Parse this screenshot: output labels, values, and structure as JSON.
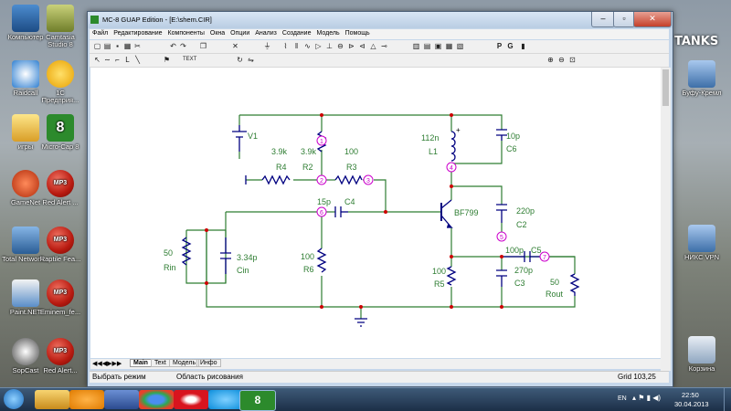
{
  "desktop_icons": [
    {
      "id": "computer",
      "label": "Компьютер",
      "icon": "computer-icon"
    },
    {
      "id": "cantasia",
      "label": "Camtasia Studio 8",
      "icon": "camtasia-icon"
    },
    {
      "id": "rainbow",
      "label": "Raidcall",
      "icon": "raidcall-icon"
    },
    {
      "id": "1c",
      "label": "1С Предприя...",
      "icon": "1c-icon"
    },
    {
      "id": "games",
      "label": "игры",
      "icon": "folder-icon"
    },
    {
      "id": "microcap",
      "label": "Micro-Cap 8",
      "icon": "microcap-icon"
    },
    {
      "id": "gamenet",
      "label": "GameNet",
      "icon": "gamenet-icon"
    },
    {
      "id": "mp3_1",
      "label": "Red Alert ...",
      "icon": "mp3-icon"
    },
    {
      "id": "totalnet",
      "label": "Total Network...",
      "icon": "network-icon"
    },
    {
      "id": "mp3_2",
      "label": "Raptile Fea...",
      "icon": "mp3-icon"
    },
    {
      "id": "paintnet",
      "label": "Paint.NET",
      "icon": "paintnet-icon"
    },
    {
      "id": "mp3_3",
      "label": "Eminem_fe...",
      "icon": "mp3-icon"
    },
    {
      "id": "sopcast",
      "label": "SopCast",
      "icon": "sopcast-icon"
    },
    {
      "id": "mp3_4",
      "label": "Red Alert...",
      "icon": "mp3-icon"
    },
    {
      "id": "wot",
      "label": "TANKS",
      "icon": "tanks-icon"
    },
    {
      "id": "nyu",
      "label": "Буфу-Кремл",
      "icon": "network-icon"
    },
    {
      "id": "nics",
      "label": "НИКС VPN",
      "icon": "vpn-icon"
    },
    {
      "id": "trash",
      "label": "Корзина",
      "icon": "recycle-bin-icon"
    }
  ],
  "window": {
    "title": "MC-8 GUAP Edition - [E:\\shem.CIR]",
    "menu": [
      "Файл",
      "Редактирование",
      "Компоненты",
      "Окна",
      "Опции",
      "Анализ",
      "Создание",
      "Модель",
      "Помощь"
    ],
    "tabs": [
      "Main",
      "Text",
      "Модель",
      "Инфо"
    ],
    "status_left": "Выбрать режим",
    "status_mid": "Область рисования",
    "status_right": "Grid 103,25"
  },
  "schematic": {
    "components": [
      {
        "name": "V1",
        "value": ""
      },
      {
        "name": "R4",
        "value": "3.9k"
      },
      {
        "name": "R2",
        "value": "3.9k"
      },
      {
        "name": "R3",
        "value": "100"
      },
      {
        "name": "C4",
        "value": "15p"
      },
      {
        "name": "Rin",
        "value": "50"
      },
      {
        "name": "Cin",
        "value": "3.34p"
      },
      {
        "name": "R6",
        "value": "100"
      },
      {
        "name": "L1",
        "value": "112n"
      },
      {
        "name": "C6",
        "value": "10p"
      },
      {
        "name": "",
        "value": "BF799"
      },
      {
        "name": "C2",
        "value": "220p"
      },
      {
        "name": "C5",
        "value": "100p"
      },
      {
        "name": "R5",
        "value": "100"
      },
      {
        "name": "C3",
        "value": "270p"
      },
      {
        "name": "Rout",
        "value": "50"
      }
    ],
    "nodes": [
      "1",
      "2",
      "3",
      "4",
      "5",
      "6",
      "7"
    ]
  },
  "taskbar": {
    "lang": "EN",
    "time": "22:50",
    "date": "30.04.2013"
  },
  "colors": {
    "wire": "#2e7d32",
    "part": "#000080",
    "node": "#cc00cc",
    "dot": "#cc0000"
  }
}
